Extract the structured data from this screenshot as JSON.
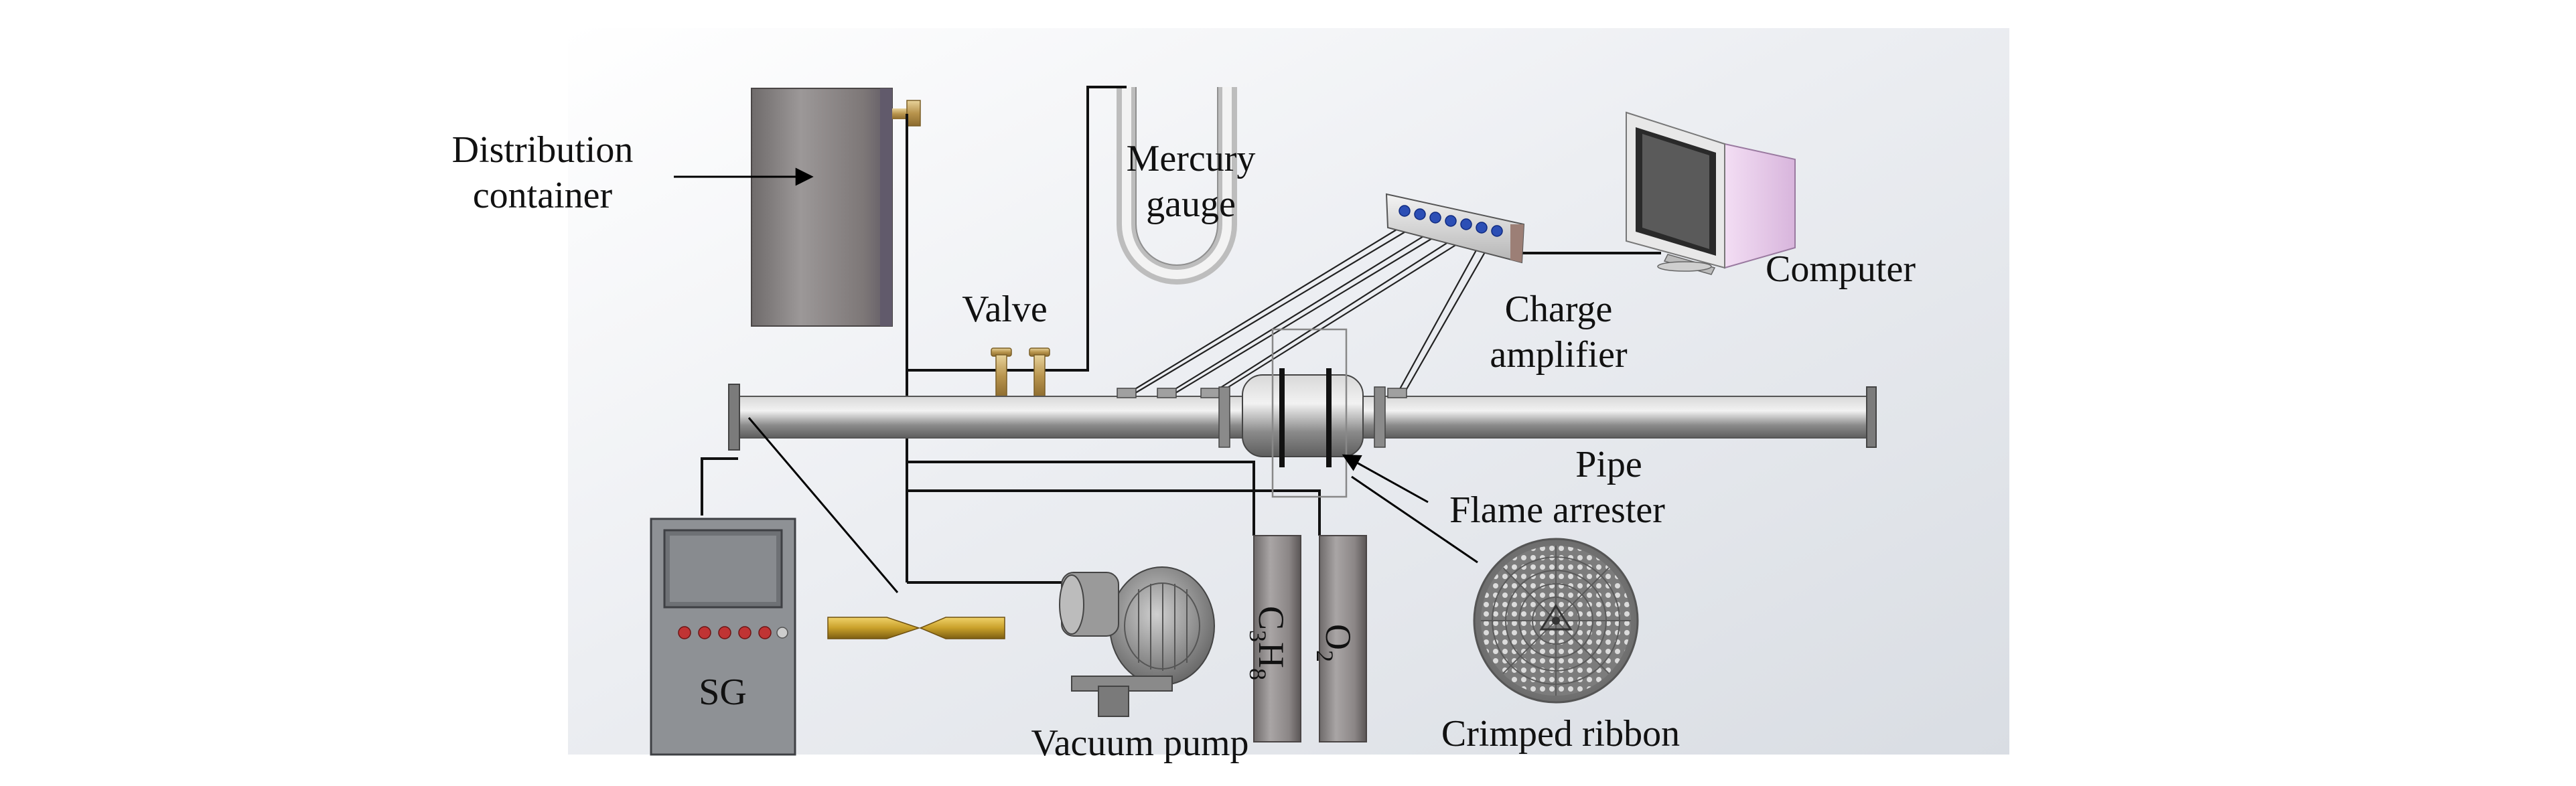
{
  "labels": {
    "distribution_line1": "Distribution",
    "distribution_line2": "container",
    "mercury_line1": "Mercury",
    "mercury_line2": "gauge",
    "valve": "Valve",
    "computer": "Computer",
    "charge_line1": "Charge",
    "charge_line2": "amplifier",
    "pipe": "Pipe",
    "flame_arrester": "Flame arrester",
    "sg": "SG",
    "vacuum_pump": "Vacuum pump",
    "crimped_ribbon": "Crimped ribbon",
    "c3h8": "C3H8",
    "o2": "O2"
  },
  "colors": {
    "background_panel": "#e4e7ec",
    "pipe": "#9a9a9a",
    "cylinder": "#8f8a8a",
    "brass": "#c7a869",
    "sg_box": "#8e9195",
    "sg_buttons": "#c03434",
    "amp_leds": "#2c4fb5",
    "monitor_side": "#e2c5e6"
  }
}
